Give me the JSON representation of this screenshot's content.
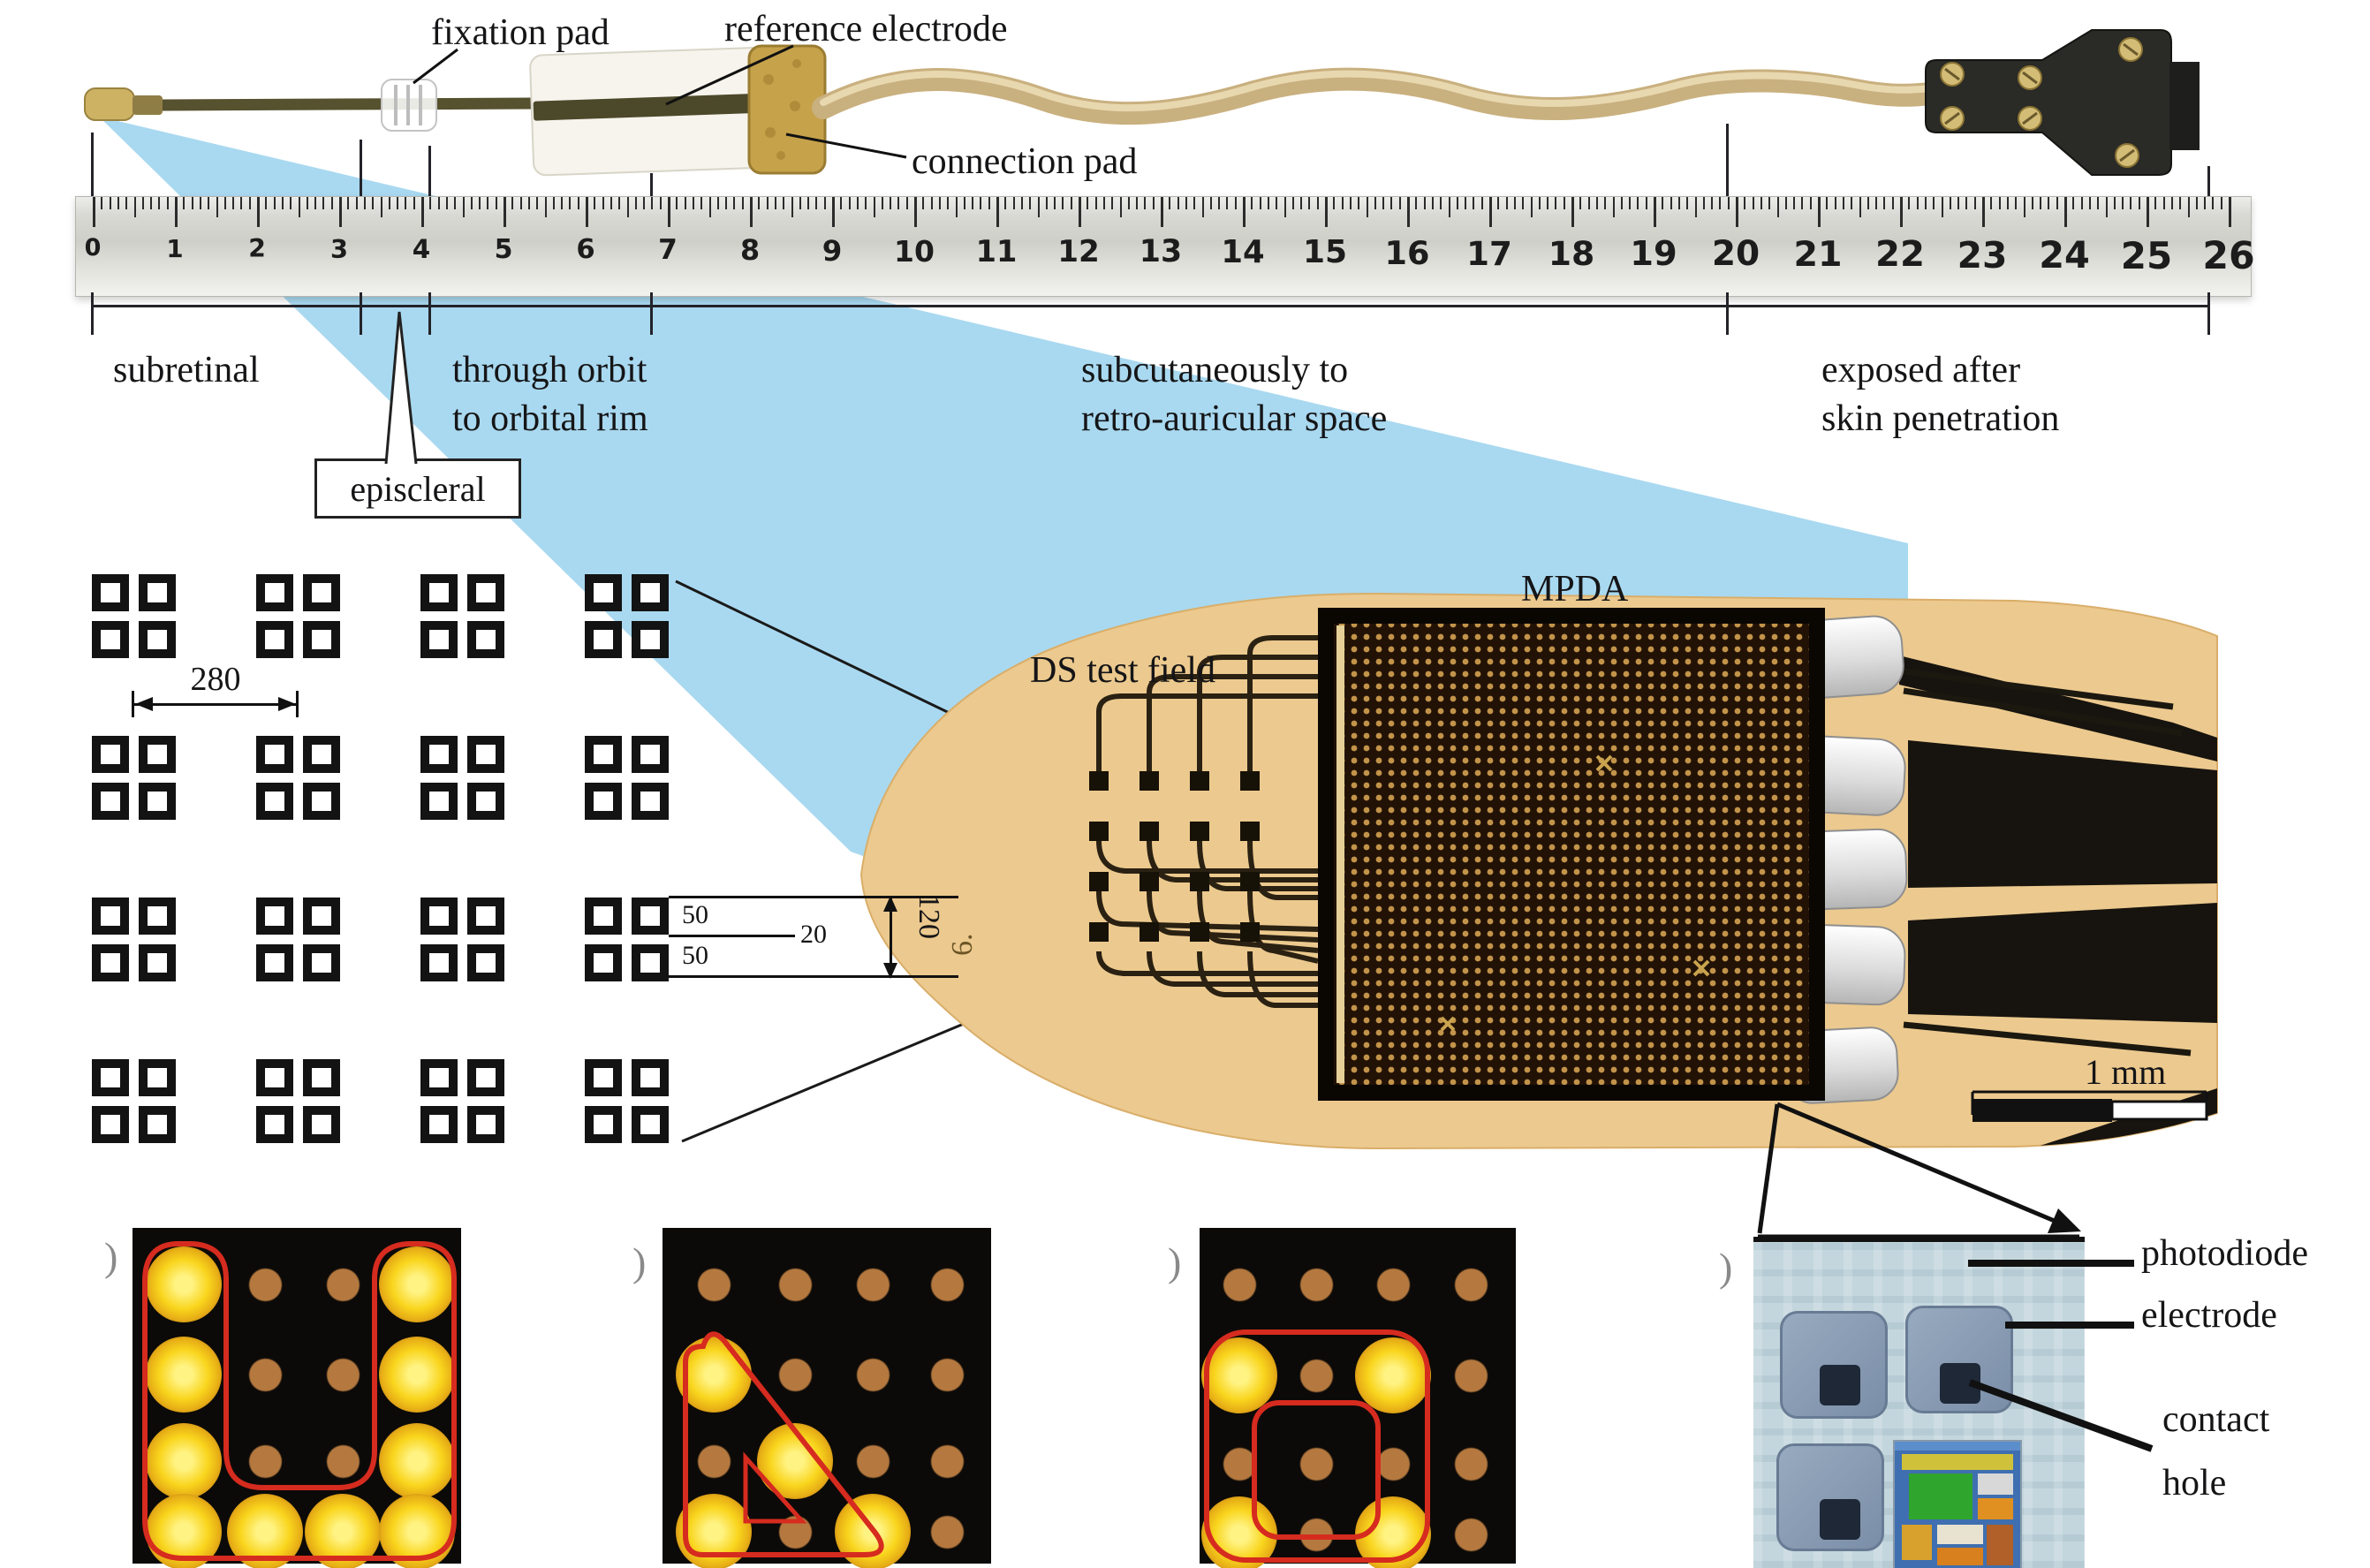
{
  "colors": {
    "beam": "#a9d9f0",
    "substrate": "#ecc98e",
    "red_outline": "#d62b1f",
    "panel_bg": "#0c0a08",
    "yellow_dot": "#f9d51d",
    "brown_dot": "#b5793f",
    "micro_bg": "#c3d6dd"
  },
  "device": {
    "labels": {
      "fixation_pad": "fixation pad",
      "reference_electrode": "reference electrode",
      "connection_pad": "connection pad"
    }
  },
  "ruler": {
    "numbers": [
      0,
      1,
      2,
      3,
      4,
      5,
      6,
      7,
      8,
      9,
      10,
      11,
      12,
      13,
      14,
      15,
      16,
      17,
      18,
      19,
      20,
      21,
      22,
      23,
      24,
      25,
      26
    ]
  },
  "segments": {
    "subretinal": "subretinal",
    "through_orbit_line1": "through orbit",
    "through_orbit_line2": "to orbital rim",
    "subcutaneous_line1": "subcutaneously to",
    "subcutaneous_line2": "retro-auricular space",
    "exposed_line1": "exposed after",
    "exposed_line2": "skin penetration",
    "episcleral": "episcleral"
  },
  "schematic": {
    "dim_pitch": "280",
    "dim_sq_top": "50",
    "dim_sq_bottom": "50",
    "dim_gap": "20",
    "dim_total": "120"
  },
  "implant_photo": {
    "mpda_label": "MPDA",
    "ds_label": "DS test field",
    "scale_label": "1 mm",
    "marking": "6."
  },
  "micro": {
    "photodiode": "photodiode",
    "electrode": "electrode",
    "contact": "contact",
    "hole": "hole"
  },
  "panels": [
    {
      "name": "u-pattern",
      "tag": ")",
      "pattern": [
        "YbbY",
        "YbbY",
        "YbbY",
        "YYYY"
      ]
    },
    {
      "name": "triangle-pattern",
      "tag": ")",
      "pattern": [
        "bbbb",
        "Ybbb",
        "bYbb",
        "YbYb"
      ]
    },
    {
      "name": "square-pattern",
      "tag": ")",
      "pattern": [
        "bbbb",
        "YbYb",
        "bbbb",
        "YbYb"
      ]
    },
    {
      "name": "micro-photo",
      "tag": ")"
    }
  ]
}
